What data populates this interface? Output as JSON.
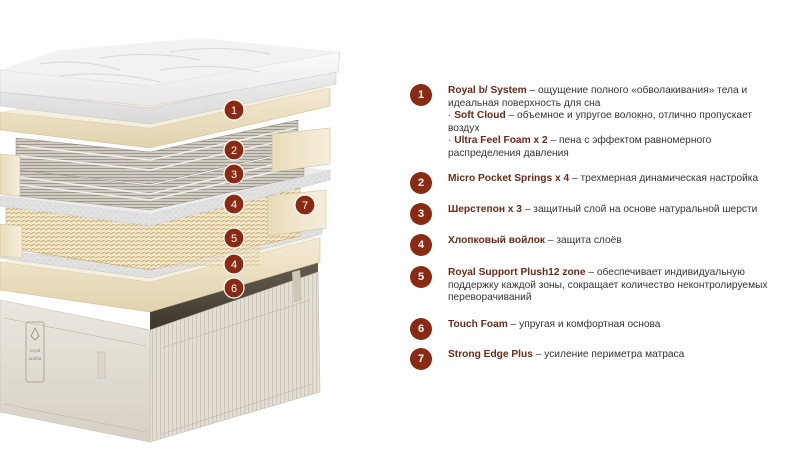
{
  "callouts": [
    {
      "label": "1"
    },
    {
      "label": "2"
    },
    {
      "label": "3"
    },
    {
      "label": "4"
    },
    {
      "label": "5"
    },
    {
      "label": "4"
    },
    {
      "label": "6"
    },
    {
      "label": "7"
    }
  ],
  "mattress_label": {
    "brand_line1": "royal",
    "brand_line2": "arabia",
    "side_tag": "royal"
  },
  "legend": [
    {
      "number": "1",
      "title": "Royal b/ System",
      "desc": " – ощущение полного «обволакивания» тела и идеальная поверхность для сна",
      "subs": [
        {
          "title": "Soft Cloud",
          "desc": " – объемное и упругое волокно, отлично пропускает воздух"
        },
        {
          "title": "Ultra Feel Foam x 2",
          "desc": " – пена с эффектом равномерного распределения давления"
        }
      ]
    },
    {
      "number": "2",
      "title": "Micro Pocket Springs x 4",
      "desc": " – трехмерная динамическая настройка",
      "subs": []
    },
    {
      "number": "3",
      "title": "Шерстепон x 3",
      "desc": " – защитный слой на основе натуральной шерсти",
      "subs": []
    },
    {
      "number": "4",
      "title": "Хлопковый войлок",
      "desc": " – защита слоёв",
      "subs": []
    },
    {
      "number": "5",
      "title": "Royal Support Plush12 zone",
      "desc": " – обеспечивает индивидуальную поддержку каждой зоны, сокращает количество неконтролируемых переворачиваний",
      "subs": []
    },
    {
      "number": "6",
      "title": "Touch Foam",
      "desc": " – упругая и комфортная основа",
      "subs": []
    },
    {
      "number": "7",
      "title": "Strong Edge Plus",
      "desc": " – усиление периметра матраса",
      "subs": []
    }
  ]
}
